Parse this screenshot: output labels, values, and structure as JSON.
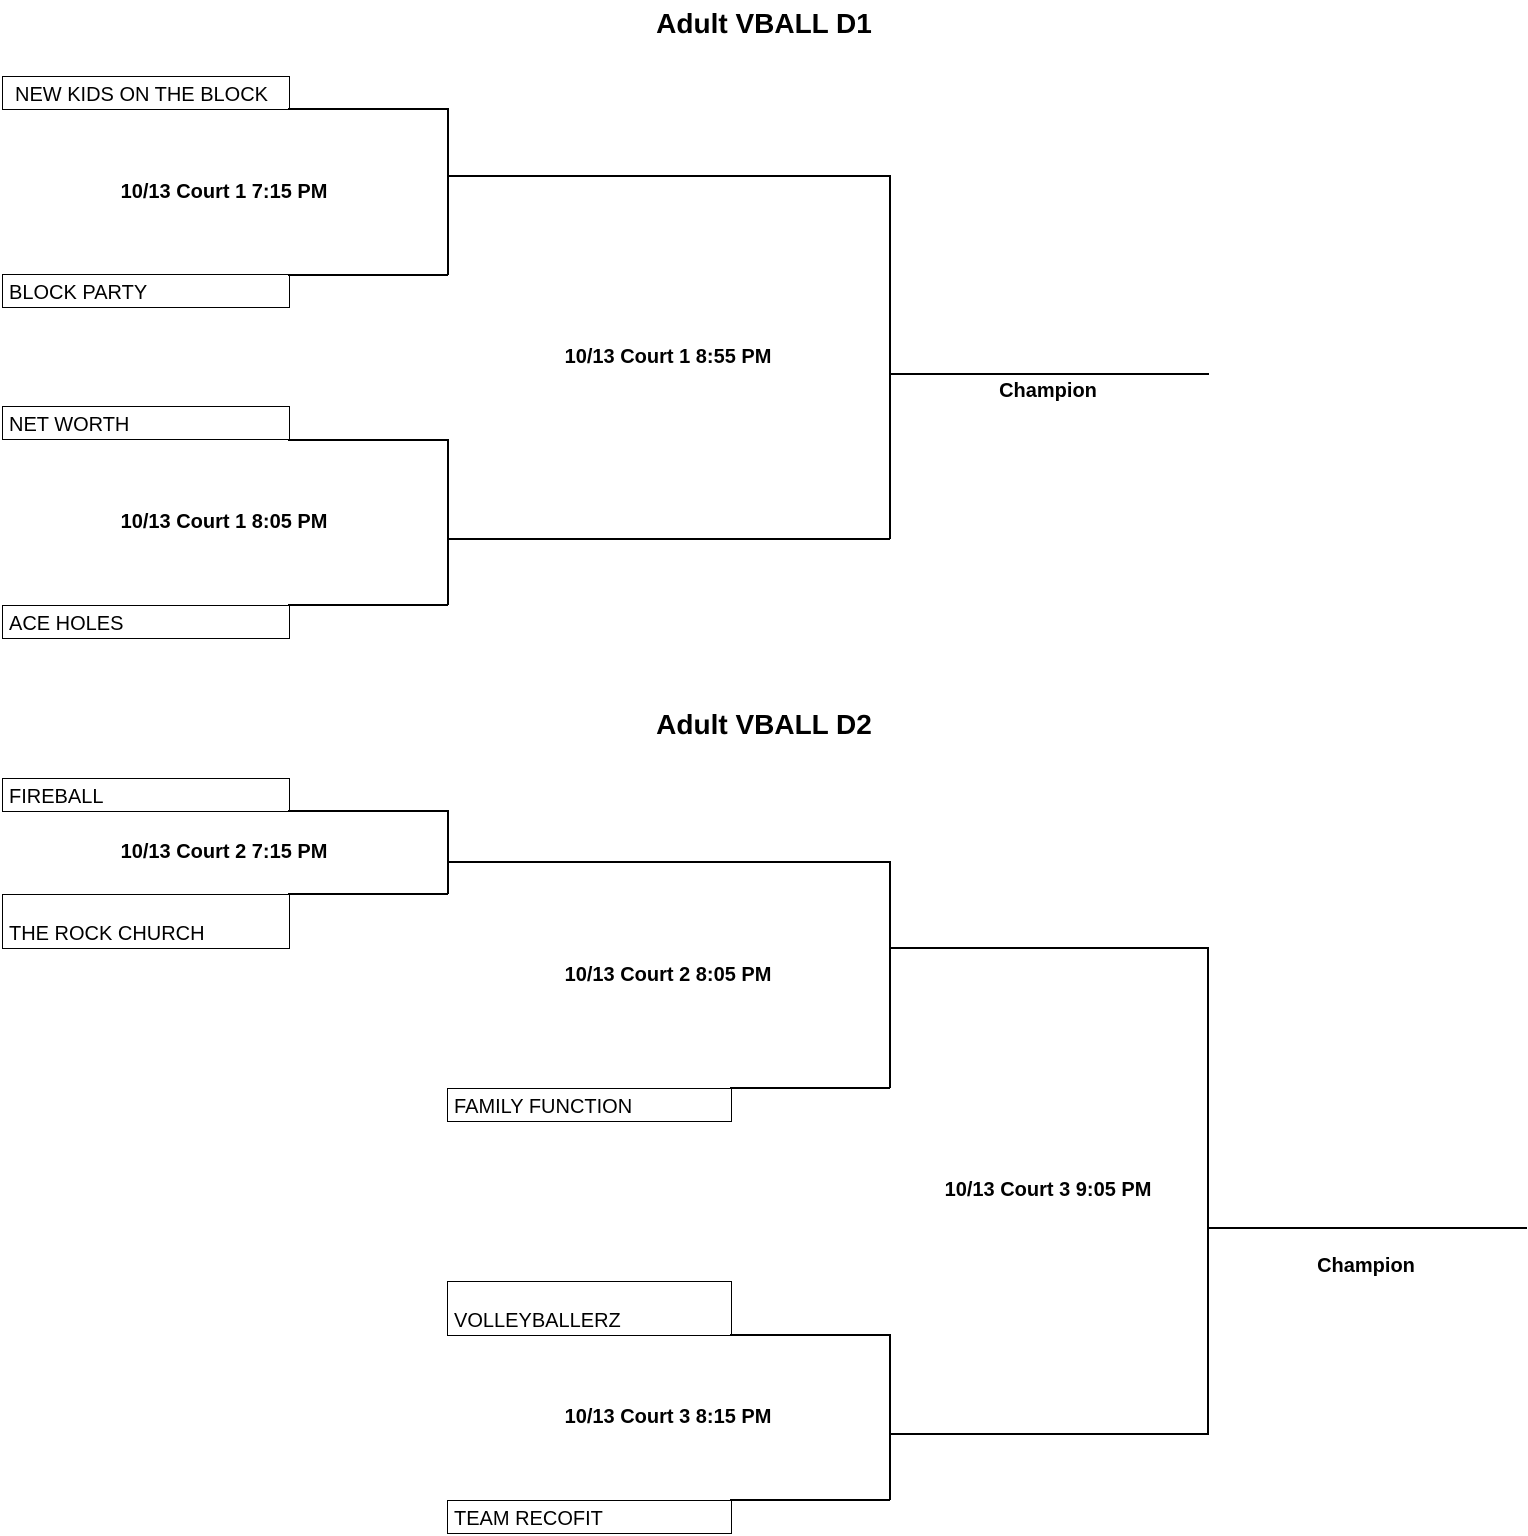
{
  "division1": {
    "title": "Adult VBALL D1",
    "teams": [
      "NEW KIDS ON THE BLOCK",
      "BLOCK PARTY",
      "NET WORTH",
      "ACE HOLES"
    ],
    "matches": [
      "10/13 Court 1 7:15 PM",
      "10/13 Court 1 8:05 PM",
      "10/13 Court 1 8:55 PM"
    ],
    "champion_label": "Champion"
  },
  "division2": {
    "title": "Adult VBALL D2",
    "teams": [
      "FIREBALL",
      "THE ROCK CHURCH",
      "FAMILY FUNCTION",
      "VOLLEYBALLERZ",
      "TEAM RECOFIT"
    ],
    "matches": [
      "10/13 Court 2 7:15 PM",
      "10/13 Court 2 8:05 PM",
      "10/13 Court 3 8:15 PM",
      "10/13 Court 3 9:05 PM"
    ],
    "champion_label": "Champion"
  }
}
